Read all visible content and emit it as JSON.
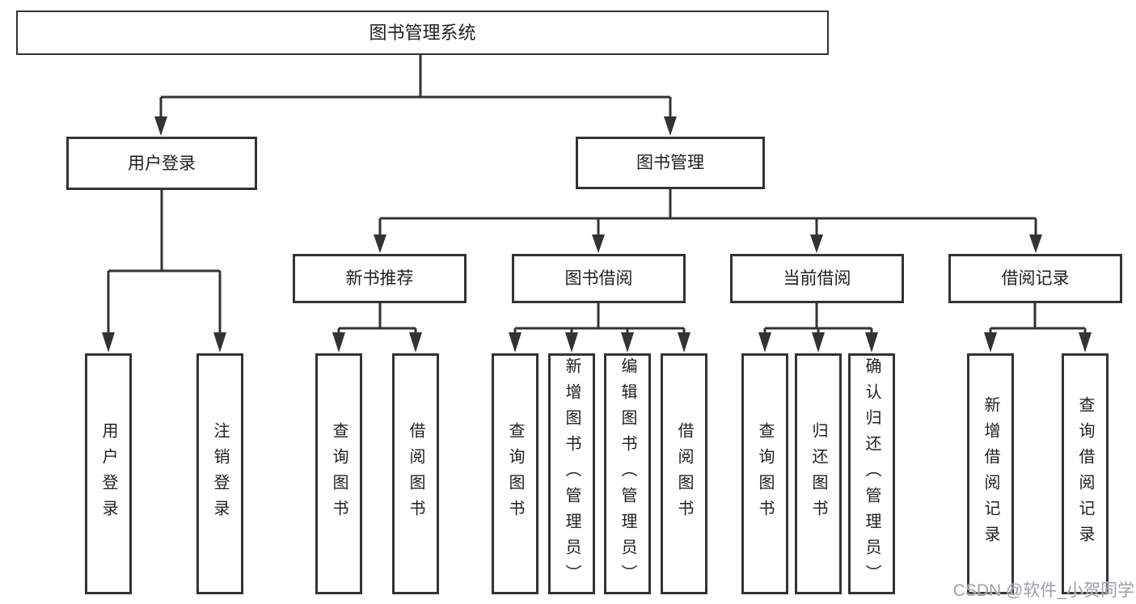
{
  "tree": {
    "root": {
      "label": "图书管理系统"
    },
    "branches": [
      {
        "label": "用户登录",
        "children": [
          "用户登录",
          "注销登录"
        ]
      },
      {
        "label": "图书管理",
        "groups": [
          {
            "label": "新书推荐",
            "children": [
              "查询图书",
              "借阅图书"
            ]
          },
          {
            "label": "图书借阅",
            "children": [
              "查询图书",
              "新增图书（管理员）",
              "编辑图书（管理员）",
              "借阅图书"
            ]
          },
          {
            "label": "当前借阅",
            "children": [
              "查询图书",
              "归还图书",
              "确认归还（管理员）"
            ]
          },
          {
            "label": "借阅记录",
            "children": [
              "新增借阅记录",
              "查询借阅记录"
            ]
          }
        ]
      }
    ]
  },
  "watermark": {
    "text": "CSDN @软件_小贺同学"
  },
  "colors": {
    "line": "#333333",
    "box_border": "#333333",
    "text": "#1f1f1f",
    "background": "#ffffff",
    "watermark": "#9aa0af"
  }
}
